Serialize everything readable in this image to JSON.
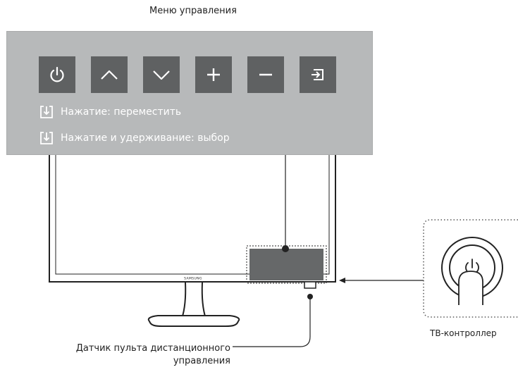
{
  "menu": {
    "title": "Меню управления",
    "buttons": [
      {
        "icon": "power-icon"
      },
      {
        "icon": "chevron-up-icon"
      },
      {
        "icon": "chevron-down-icon"
      },
      {
        "icon": "plus-icon"
      },
      {
        "icon": "minus-icon"
      },
      {
        "icon": "source-input-icon"
      }
    ],
    "legend": [
      {
        "icon": "press-arrow-icon",
        "text": "Нажатие: переместить"
      },
      {
        "icon": "press-arrow-icon",
        "text": "Нажатие и удерживание: выбор"
      }
    ]
  },
  "tv": {
    "brand": "SAMSUNG"
  },
  "labels": {
    "controller": "ТВ-контроллер",
    "sensor_line1": "Датчик пульта дистанционного",
    "sensor_line2": "управления"
  },
  "colors": {
    "panel": "#b7b9ba",
    "button": "#5f6162",
    "text_on_panel": "#ffffff",
    "outline": "#222222"
  }
}
